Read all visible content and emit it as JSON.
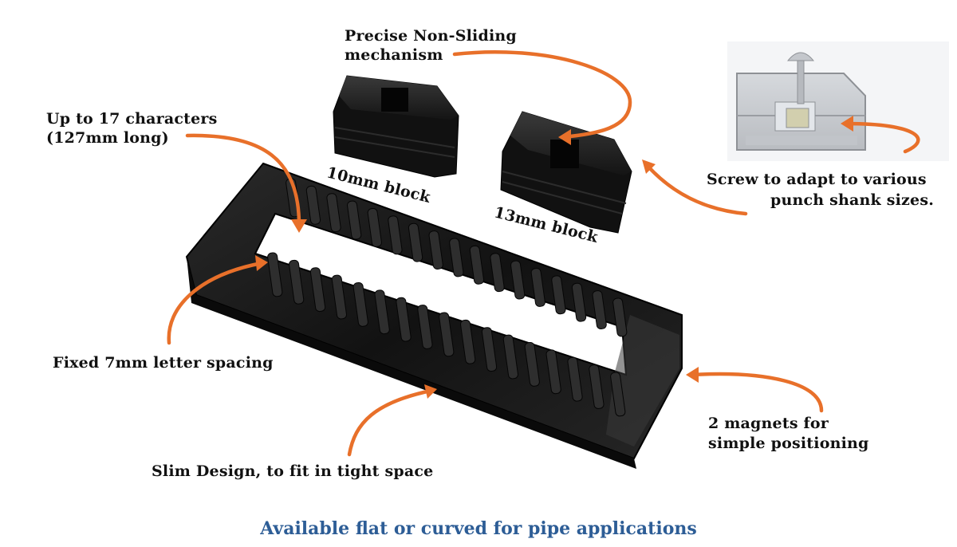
{
  "labels": {
    "non_sliding_line1": "Precise Non-Sliding",
    "non_sliding_line2": "mechanism",
    "characters_line1": "Up to 17 characters",
    "characters_line2": "(127mm long)",
    "block_10": "10mm block",
    "block_13": "13mm block",
    "screw_line1": "Screw to adapt to various",
    "screw_line2": "punch shank sizes.",
    "spacing": "Fixed 7mm letter spacing",
    "magnets_line1": "2 magnets for",
    "magnets_line2": "simple positioning",
    "slim": "Slim Design, to fit in tight space"
  },
  "footer": {
    "text": "Available flat or curved for pipe applications"
  },
  "colors": {
    "arrow": "#e8702a",
    "footer_text": "#2d5d96",
    "plastic": "#151515",
    "diagram_body": "#c8cbd0"
  }
}
